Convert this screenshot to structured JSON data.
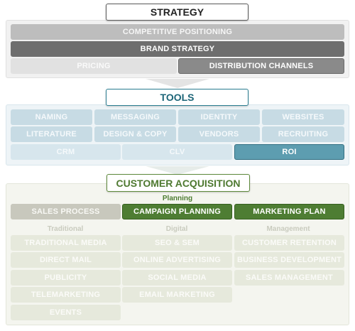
{
  "strategy": {
    "header": "STRATEGY",
    "competitive_positioning": "COMPETITIVE POSITIONING",
    "brand_strategy": "BRAND STRATEGY",
    "pricing": "PRICING",
    "distribution_channels": "DISTRIBUTION CHANNELS"
  },
  "tools": {
    "header": "TOOLS",
    "row1": [
      "NAMING",
      "MESSAGING",
      "IDENTITY",
      "WEBSITES"
    ],
    "row2": [
      "LITERATURE",
      "DESIGN & COPY",
      "VENDORS",
      "RECRUITING"
    ],
    "row3": [
      "CRM",
      "CLV",
      "ROI"
    ]
  },
  "customer_acquisition": {
    "header": "CUSTOMER ACQUISITION",
    "planning_label": "Planning",
    "sales_process": "SALES PROCESS",
    "campaign_planning": "CAMPAIGN PLANNING",
    "marketing_plan": "MARKETING PLAN",
    "traditional": {
      "label": "Traditional",
      "items": [
        "TRADITIONAL MEDIA",
        "DIRECT MAIL",
        "PUBLICITY",
        "TELEMARKETING",
        "EVENTS"
      ]
    },
    "digital": {
      "label": "Digital",
      "items": [
        "SEO & SEM",
        "ONLINE ADVERTISING",
        "SOCIAL MEDIA",
        "EMAIL MARKETING"
      ]
    },
    "management": {
      "label": "Management",
      "items": [
        "CUSTOMER RETENTION",
        "BUSINESS DEVELOPMENT",
        "SALES MANAGEMENT"
      ]
    }
  }
}
